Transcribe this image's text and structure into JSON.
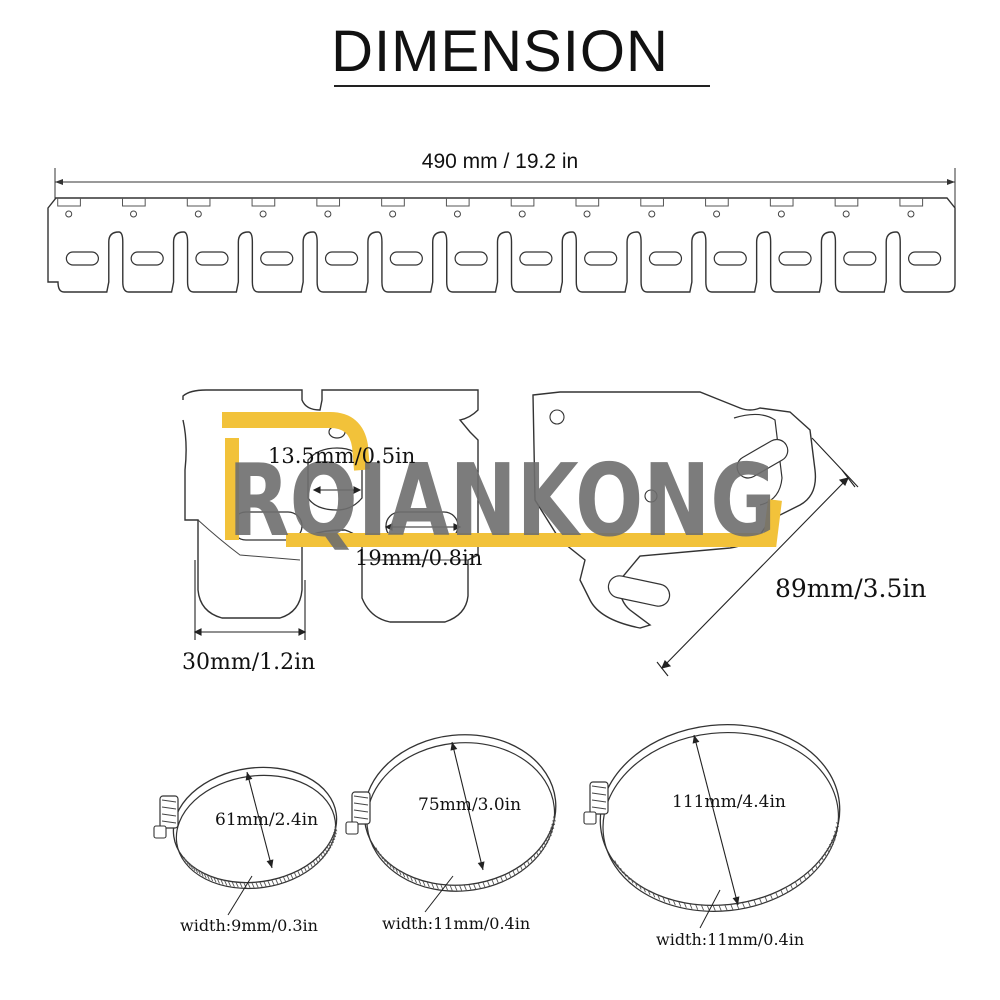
{
  "title": "DIMENSION",
  "top_bracket": {
    "length_label": "490 mm / 19.2 in",
    "slot_count": 14
  },
  "detail": {
    "hole_label": "13.5mm/0.5in",
    "slot_label": "19mm/0.8in",
    "tab_width_label": "30mm/1.2in",
    "bend_length_label": "89mm/3.5in"
  },
  "watermark": {
    "text": "RQIANKONG",
    "accent_color": "#f2c23a"
  },
  "clamps": [
    {
      "diameter_label": "61mm/2.4in",
      "width_label": "width:9mm/0.3in"
    },
    {
      "diameter_label": "75mm/3.0in",
      "width_label": "width:11mm/0.4in"
    },
    {
      "diameter_label": "111mm/4.4in",
      "width_label": "width:11mm/0.4in"
    }
  ]
}
